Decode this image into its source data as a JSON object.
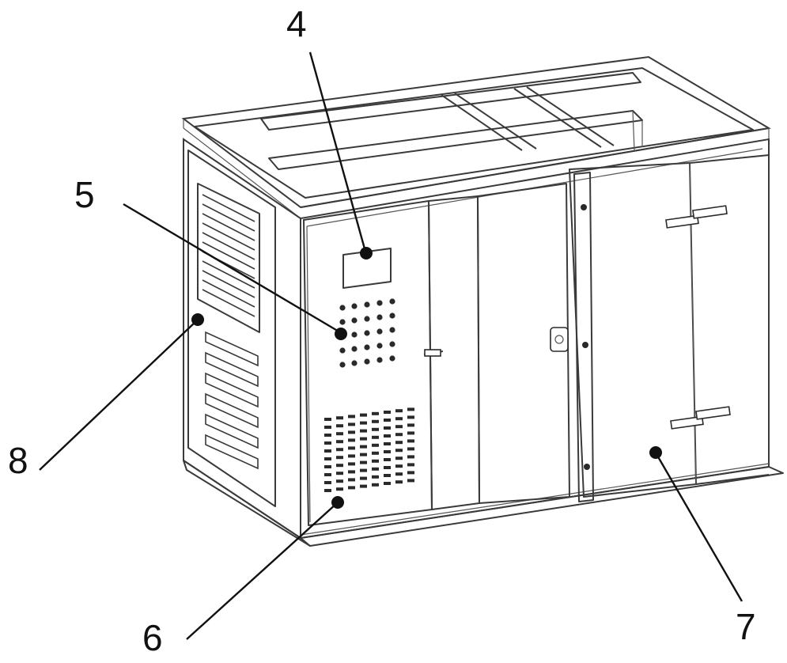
{
  "figure": {
    "description_labels": [
      {
        "id": "callout-4",
        "text": "4"
      },
      {
        "id": "callout-5",
        "text": "5"
      },
      {
        "id": "callout-6",
        "text": "6"
      },
      {
        "id": "callout-7",
        "text": "7"
      },
      {
        "id": "callout-8",
        "text": "8"
      }
    ]
  },
  "colors": {
    "line": "#3a3a3a",
    "leader": "#111111",
    "background": "#ffffff"
  }
}
